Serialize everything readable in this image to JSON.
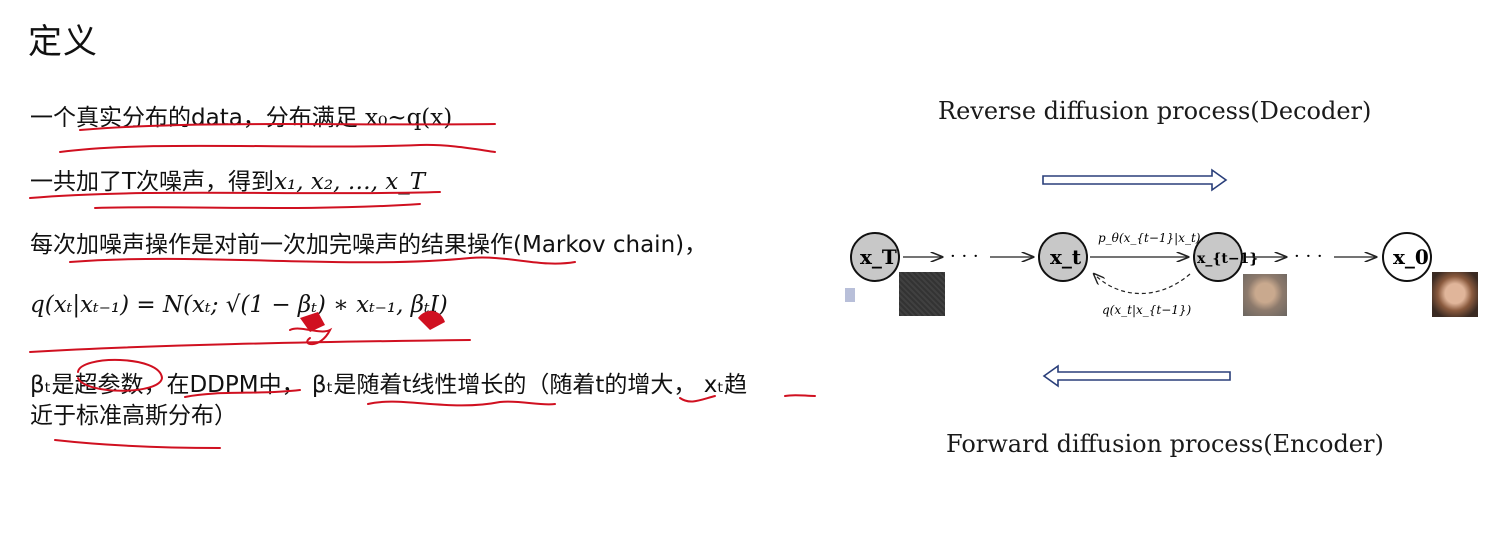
{
  "slide": {
    "title": "定义",
    "lines": {
      "l1_cn": "一个真实分布的data，分布满足 ",
      "l1_math": "x₀~q(x)",
      "l2_cn": "一共加了T次噪声，得到",
      "l2_math": "x₁, x₂, …, x_T",
      "l3": "每次加噪声操作是对前一次加完噪声的结果操作(Markov chain)，",
      "l4_formula": "q(xₜ|xₜ₋₁) = N(xₜ; √(1 − βₜ) ∗ xₜ₋₁, βₜI)",
      "l5": "βₜ是超参数，在DDPM中， βₜ是随着t线性增长的（随着t的增大， xₜ趋",
      "l6": "近于标准高斯分布）"
    }
  },
  "diagram": {
    "caption_top": "Reverse diffusion process(Decoder)",
    "caption_bottom": "Forward diffusion process(Encoder)",
    "nodes": {
      "xT": "x_T",
      "xt": "x_t",
      "xt1": "x_{t−1}",
      "x0": "x_0"
    },
    "edge_p": "p_θ(x_{t−1}|x_t)",
    "edge_q": "q(x_t|x_{t−1})",
    "dots": "· · ·"
  },
  "colors": {
    "ink_red": "#d01020",
    "arrow_blue": "#2a3f7a",
    "node_grey": "#c8c8c8"
  }
}
